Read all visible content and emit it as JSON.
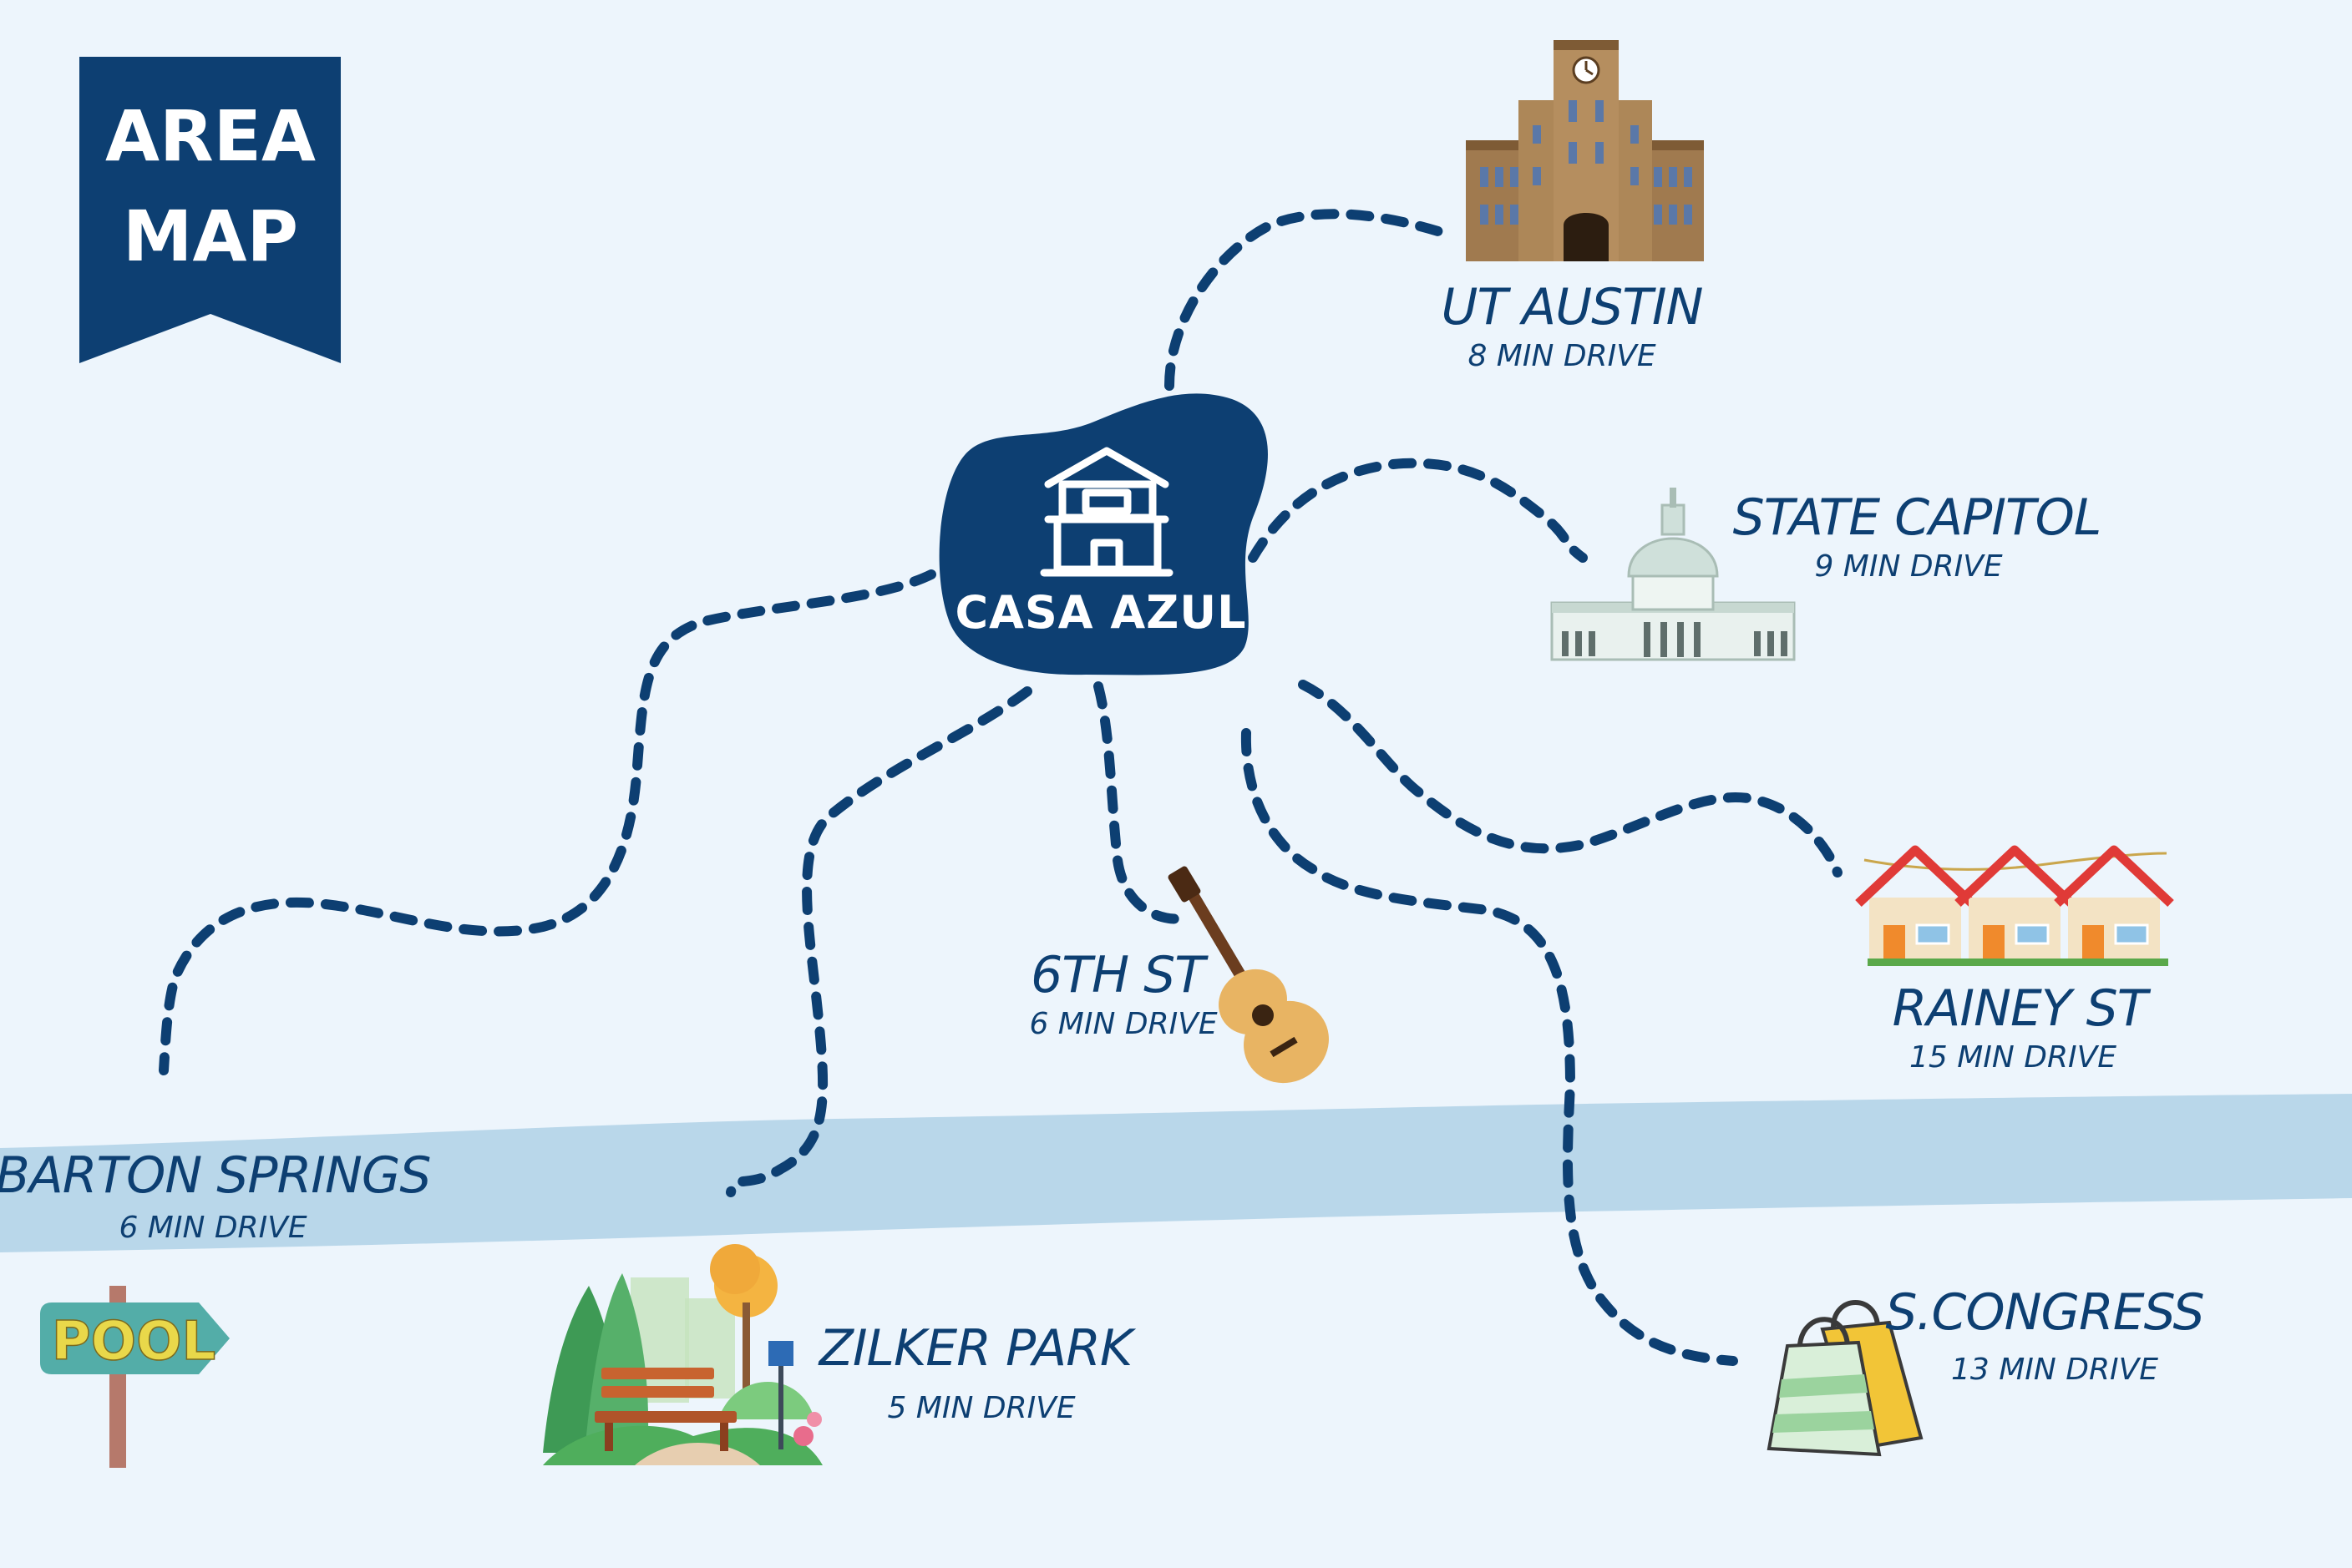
{
  "banner": {
    "line1": "AREA",
    "line2": "MAP"
  },
  "hub": {
    "label": "CASA AZUL",
    "icon": "house-icon"
  },
  "colors": {
    "navy": "#0d3f72",
    "river": "#b9d7ea",
    "background": "#edf5fc"
  },
  "places": [
    {
      "id": "ut-austin",
      "name": "UT AUSTIN",
      "time": "8 MIN DRIVE",
      "icon": "university-tower-icon"
    },
    {
      "id": "state-capitol",
      "name": "STATE CAPITOL",
      "time": "9 MIN DRIVE",
      "icon": "capitol-building-icon"
    },
    {
      "id": "rainey-st",
      "name": "RAINEY ST",
      "time": "15 MIN DRIVE",
      "icon": "row-houses-icon"
    },
    {
      "id": "6th-st",
      "name": "6TH ST",
      "time": "6 MIN DRIVE",
      "icon": "guitar-icon"
    },
    {
      "id": "barton-springs",
      "name": "BARTON SPRINGS",
      "time": "6 MIN DRIVE",
      "icon": "pool-sign-icon"
    },
    {
      "id": "zilker-park",
      "name": "ZILKER PARK",
      "time": "5 MIN DRIVE",
      "icon": "park-bench-icon"
    },
    {
      "id": "s-congress",
      "name": "S.CONGRESS",
      "time": "13 MIN DRIVE",
      "icon": "shopping-bags-icon"
    }
  ],
  "pool_sign": {
    "text": "POOL"
  }
}
